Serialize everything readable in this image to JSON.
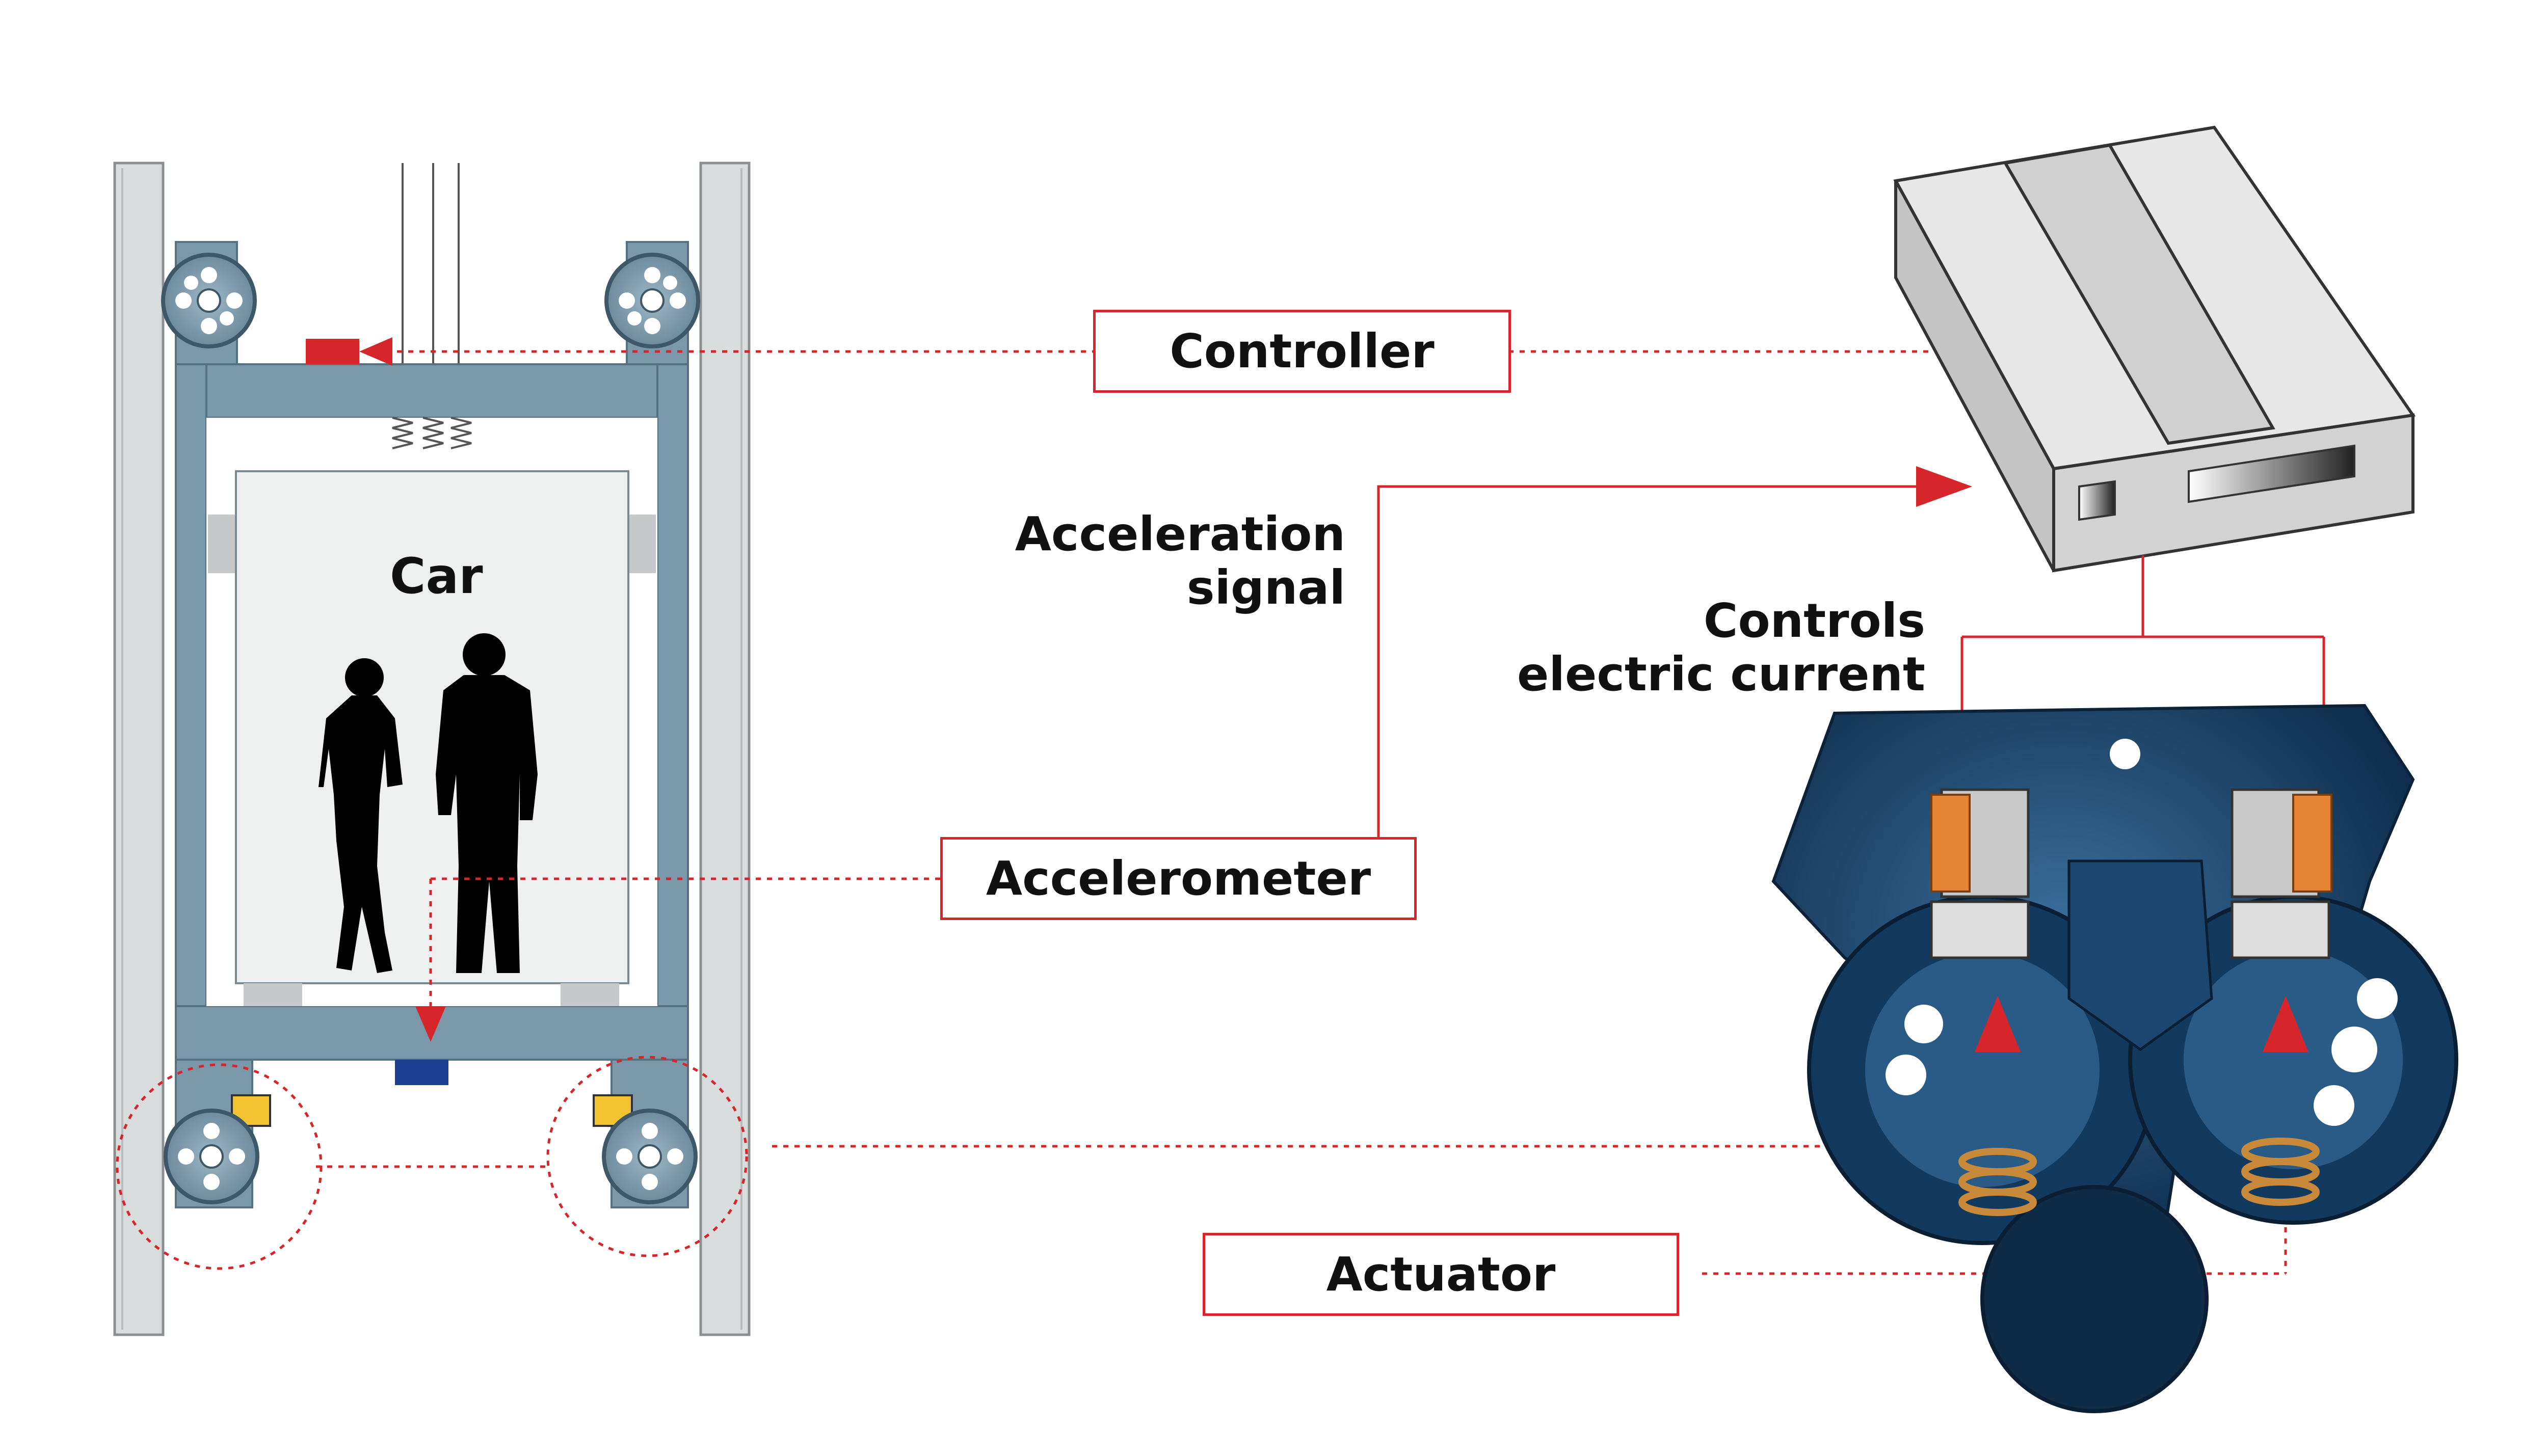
{
  "labels": {
    "car": "Car",
    "controller": "Controller",
    "acceleration_signal_line1": "Acceleration",
    "acceleration_signal_line2": "signal",
    "controls_line1": "Controls",
    "controls_line2": "electric current",
    "accelerometer": "Accelerometer",
    "actuator": "Actuator"
  },
  "colors": {
    "accent_red": "#d7262b",
    "frame_blue_grey": "#7b98aa",
    "rail_grey": "#d9dcdc",
    "car_panel": "#eef0f0",
    "controller_box": "#d2d2d2",
    "actuator_blue": "#1f4f7a",
    "accelerometer_blue": "#1c3f8f"
  }
}
